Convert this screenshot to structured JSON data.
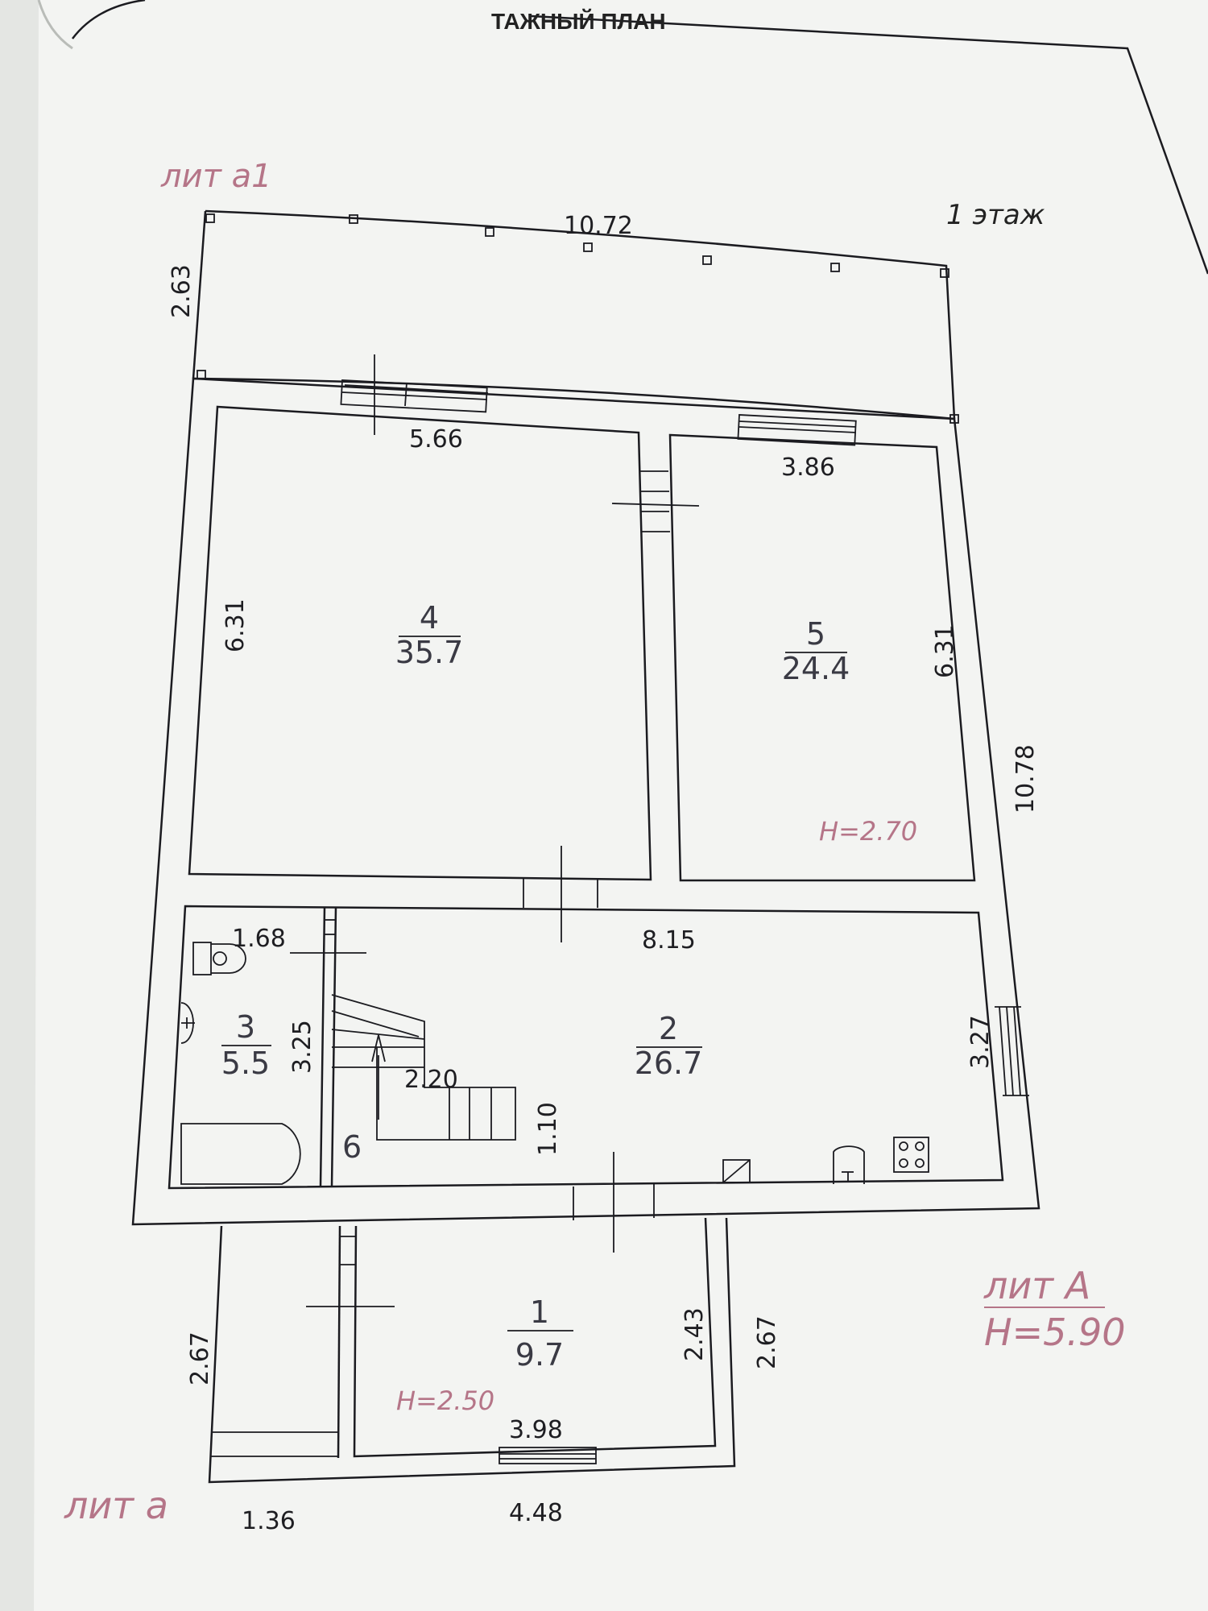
{
  "header": {
    "title": "ТАЖНЫЙ ПЛАН"
  },
  "floor_label": "1 этаж",
  "liters": {
    "a1": "лит а1",
    "A": "лит А",
    "A_height": "H=5.90",
    "a": "лит а"
  },
  "rooms": {
    "r1": {
      "number": "1",
      "area": "9.7"
    },
    "r2": {
      "number": "2",
      "area": "26.7"
    },
    "r3": {
      "number": "3",
      "area": "5.5"
    },
    "r4": {
      "number": "4",
      "area": "35.7"
    },
    "r5": {
      "number": "5",
      "area": "24.4"
    },
    "r6": {
      "number": "6"
    }
  },
  "heights": {
    "room5": "H=2.70",
    "room1": "H=2.50"
  },
  "dimensions": {
    "top_width": "10.72",
    "top_depth": "2.63",
    "room4_width": "5.66",
    "room5_width": "3.86",
    "room4_length": "6.31",
    "room5_length": "6.31",
    "total_length": "10.78",
    "hall_width": "8.15",
    "bath_width": "1.68",
    "bath_length": "3.25",
    "stair_width": "2.20",
    "stair_depth": "1.10",
    "hall_length": "3.27",
    "porch_left": "2.67",
    "porch_right": "2.67",
    "entry_length": "2.43",
    "entry_width": "3.98",
    "bottom_left": "1.36",
    "bottom_total": "4.48"
  },
  "colors": {
    "paper": "#f3f4f2",
    "ink": "#1b1b20",
    "annotation": "#b57588",
    "background": "#e4e6e3"
  }
}
